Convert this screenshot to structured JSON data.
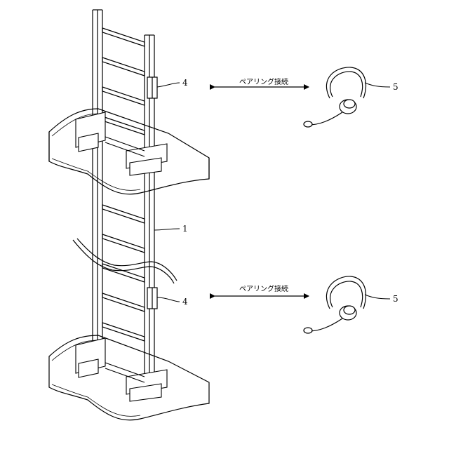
{
  "labels": {
    "ladder": "1",
    "receiver_upper": "4",
    "receiver_lower": "4",
    "headset_upper": "5",
    "headset_lower": "5"
  },
  "connections": {
    "upper": "ペアリング接続",
    "lower": "ペアリング接続"
  },
  "colors": {
    "line": "#000000",
    "background": "#ffffff"
  }
}
